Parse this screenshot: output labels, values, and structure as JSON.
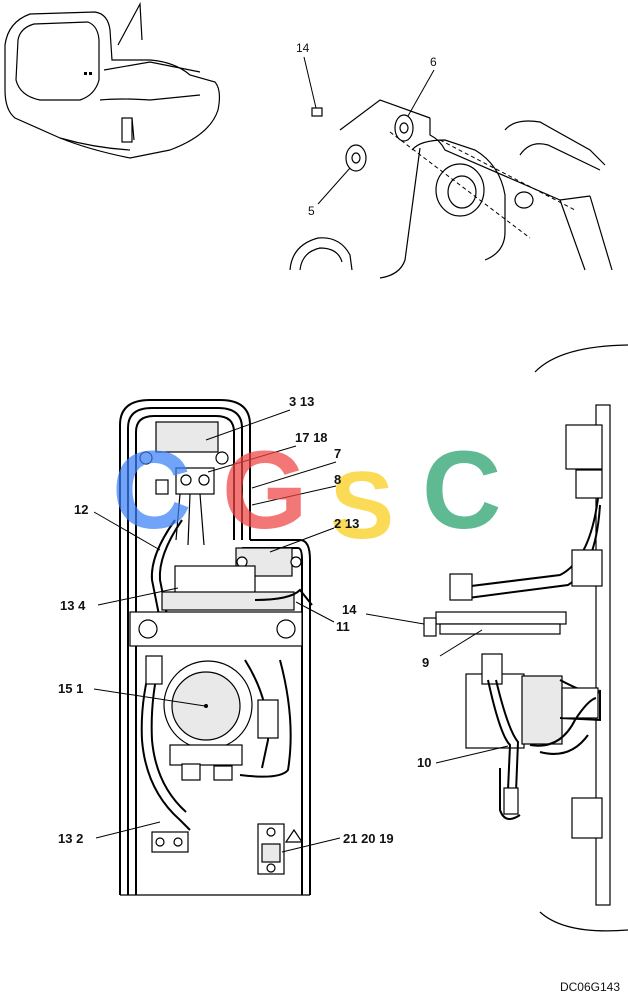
{
  "drawing_code": "DC06G143",
  "watermark": {
    "letters": [
      "C",
      "G",
      "S",
      "C"
    ],
    "colors": [
      "#3b82f6",
      "#ef4444",
      "#facc15",
      "#22a06b"
    ]
  },
  "callouts": {
    "top_14": "14",
    "top_6": "6",
    "top_5": "5",
    "c_3_13": "3 13",
    "c_17_18": "17 18",
    "c_7": "7",
    "c_8": "8",
    "c_12": "12",
    "c_2_13": "2 13",
    "c_13_4": "13 4",
    "c_11": "11",
    "c_15_1": "15 1",
    "c_13_2": "13 2",
    "c_21_20_19": "21 20 19",
    "c_14_side": "14",
    "c_9": "9",
    "c_10": "10"
  },
  "colors": {
    "line": "#000000",
    "callout_8": "#d9a400"
  }
}
